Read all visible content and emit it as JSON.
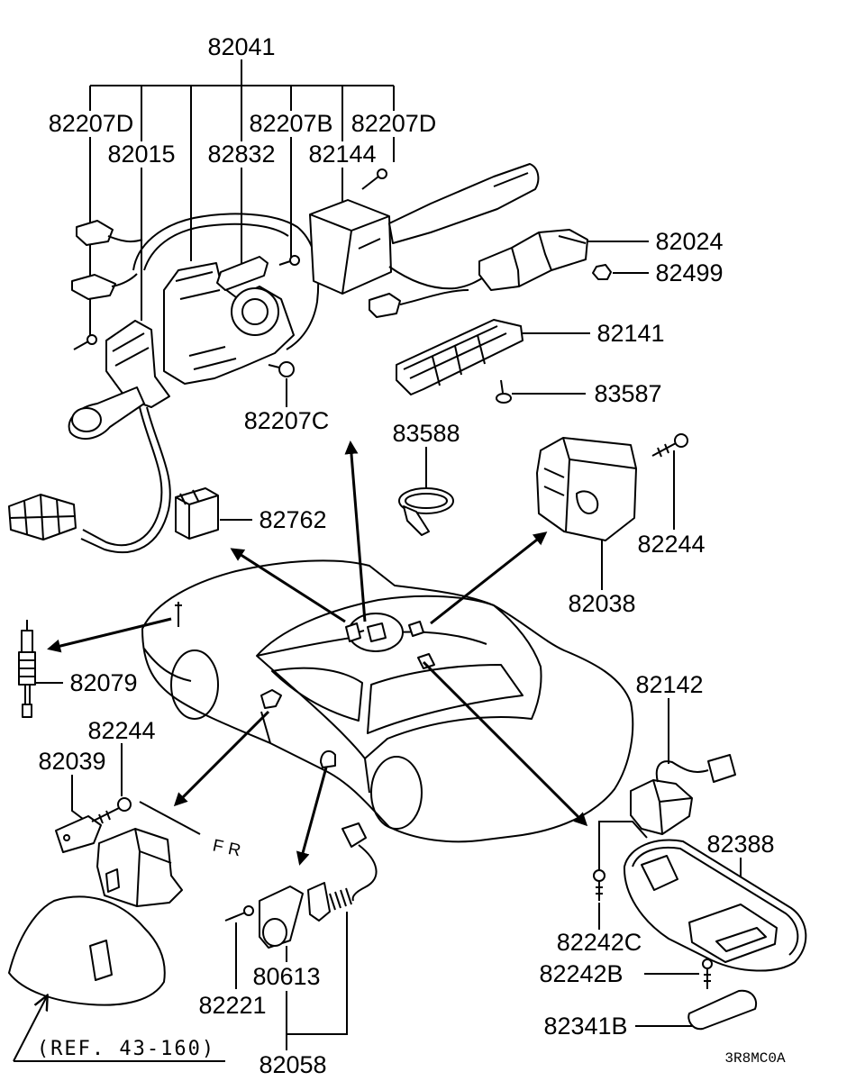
{
  "diagram": {
    "labels": {
      "c82041": "82041",
      "c82207d_left": "82207D",
      "c82207b": "82207B",
      "c82207d_right": "82207D",
      "c82015": "82015",
      "c82832": "82832",
      "c82144": "82144",
      "c82024": "82024",
      "c82499": "82499",
      "c82141": "82141",
      "c83587": "83587",
      "c82207c": "82207C",
      "c83588": "83588",
      "c82762": "82762",
      "c82244_upper": "82244",
      "c82038": "82038",
      "c82079": "82079",
      "c82142": "82142",
      "c82244_lower": "82244",
      "c82039": "82039",
      "c82388": "82388",
      "c82242c": "82242C",
      "c80613": "80613",
      "c82242b": "82242B",
      "c82221": "82221",
      "c82341b": "82341B",
      "c82058": "82058"
    },
    "direction_marker": "FR",
    "reference": "(REF. 43-160)",
    "drawing_code": "3R8MC0A",
    "colors": {
      "line": "#000000",
      "background": "#ffffff"
    }
  }
}
